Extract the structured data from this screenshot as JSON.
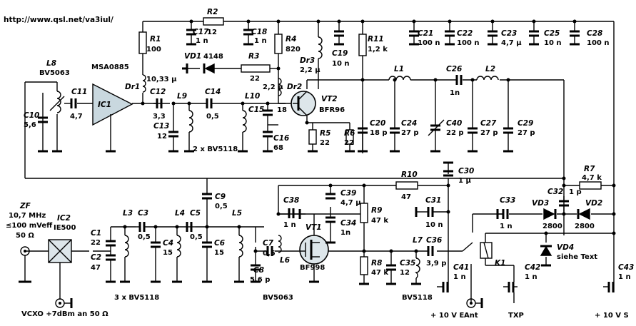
{
  "url": "http://www.qsl.net/va3iul/",
  "components": {
    "R2": {
      "ref": "R2",
      "value": "12"
    },
    "R1": {
      "ref": "R1",
      "value": "100"
    },
    "C17": {
      "ref": "C17",
      "value": "1 n"
    },
    "C18": {
      "ref": "C18",
      "value": "1 n"
    },
    "R4": {
      "ref": "R4",
      "value": "820"
    },
    "C19": {
      "ref": "C19",
      "value": "10 n"
    },
    "R11": {
      "ref": "R11",
      "value": "1,2 k"
    },
    "C21": {
      "ref": "C21",
      "value": "100 n"
    },
    "C22": {
      "ref": "C22",
      "value": "100 n"
    },
    "C23": {
      "ref": "C23",
      "value": "4,7 µ"
    },
    "C25": {
      "ref": "C25",
      "value": "10 n"
    },
    "C28": {
      "ref": "C28",
      "value": "100 n"
    },
    "VD1": {
      "ref": "VD1",
      "value": "4148"
    },
    "R3": {
      "ref": "R3",
      "value": "22"
    },
    "Dr3": {
      "ref": "Dr3",
      "value": "2,2 µ"
    },
    "L8": {
      "ref": "L8",
      "value": "BV5063"
    },
    "IC1": {
      "ref": "IC1",
      "value": "MSA0885"
    },
    "Dr1": {
      "ref": "Dr1",
      "value": "10,33 µ"
    },
    "C11": {
      "ref": "C11",
      "value": "4,7"
    },
    "C12": {
      "ref": "C12",
      "value": "3,3"
    },
    "C13": {
      "ref": "C13",
      "value": "12"
    },
    "L9": {
      "ref": "L9",
      "value": ""
    },
    "C14": {
      "ref": "C14",
      "value": "0,5"
    },
    "L10": {
      "ref": "L10",
      "value": ""
    },
    "C15": {
      "ref": "C15",
      "value": "18"
    },
    "C16": {
      "ref": "C16",
      "value": "68"
    },
    "Dr2": {
      "ref": "Dr2",
      "value": "2,2 µ"
    },
    "VT2": {
      "ref": "VT2",
      "value": "BFR96"
    },
    "R5": {
      "ref": "R5",
      "value": "22"
    },
    "R6": {
      "ref": "R6",
      "value": "22"
    },
    "C10": {
      "ref": "C10",
      "value": "5,6"
    },
    "L1": {
      "ref": "L1",
      "value": ""
    },
    "C26": {
      "ref": "C26",
      "value": "1n"
    },
    "L2": {
      "ref": "L2",
      "value": ""
    },
    "C20": {
      "ref": "C20",
      "value": "18 p"
    },
    "C24": {
      "ref": "C24",
      "value": "27 p"
    },
    "C40": {
      "ref": "C40",
      "value": "22 p"
    },
    "C27": {
      "ref": "C27",
      "value": "27 p"
    },
    "C29": {
      "ref": "C29",
      "value": "27 p"
    },
    "R10": {
      "ref": "R10",
      "value": "47"
    },
    "C30": {
      "ref": "C30",
      "value": "1 µ"
    },
    "R7": {
      "ref": "R7",
      "value": "4,7 k"
    },
    "C9": {
      "ref": "C9",
      "value": "0,5"
    },
    "C38": {
      "ref": "C38",
      "value": "1 n"
    },
    "C39": {
      "ref": "C39",
      "value": "4,7 µ"
    },
    "C34": {
      "ref": "C34",
      "value": "1n"
    },
    "R9": {
      "ref": "R9",
      "value": "47 k"
    },
    "C31": {
      "ref": "C31",
      "value": "10 n"
    },
    "C32": {
      "ref": "C32",
      "value": "1 p"
    },
    "C33": {
      "ref": "C33",
      "value": "1 n"
    },
    "VD3": {
      "ref": "VD3",
      "value": "2800"
    },
    "VD2": {
      "ref": "VD2",
      "value": "2800"
    },
    "IC2": {
      "ref": "IC2",
      "value": "IE500"
    },
    "L3": {
      "ref": "L3",
      "value": ""
    },
    "C3": {
      "ref": "C3",
      "value": "0,5"
    },
    "L4": {
      "ref": "L4",
      "value": ""
    },
    "C5": {
      "ref": "C5",
      "value": "0,5"
    },
    "L5": {
      "ref": "L5",
      "value": ""
    },
    "C1": {
      "ref": "C1",
      "value": "22"
    },
    "C2": {
      "ref": "C2",
      "value": "47"
    },
    "C4": {
      "ref": "C4",
      "value": "15"
    },
    "C6": {
      "ref": "C6",
      "value": "15"
    },
    "C7": {
      "ref": "C7",
      "value": "0,5"
    },
    "C8": {
      "ref": "C8",
      "value": "5,6 p"
    },
    "L6": {
      "ref": "L6",
      "value": "BV5063"
    },
    "VT1": {
      "ref": "VT1",
      "value": "BF998"
    },
    "L7": {
      "ref": "L7",
      "value": "BV5118"
    },
    "C36": {
      "ref": "C36",
      "value": "3,9 p"
    },
    "R8": {
      "ref": "R8",
      "value": "47 k"
    },
    "C35": {
      "ref": "C35",
      "value": "12"
    },
    "K1": {
      "ref": "K1",
      "value": ""
    },
    "VD4": {
      "ref": "VD4",
      "value": "siehe Text"
    },
    "C41": {
      "ref": "C41",
      "value": "1 n"
    },
    "C42": {
      "ref": "C42",
      "value": "1 n"
    },
    "C43": {
      "ref": "C43",
      "value": "1 n"
    }
  },
  "notes": {
    "bv5118_upper": "2 x BV5118",
    "bv5118_lower": "3 x BV5118"
  },
  "zf": {
    "line1": "ZF",
    "line2": "10,7 MHz",
    "line3": "≤100 mVeff",
    "line4": "50 Ω"
  },
  "vcxo": "VCXO +7dBm an 50 Ω",
  "ports": {
    "v10e": "+ 10 V E",
    "ant": "Ant",
    "txp": "TXP",
    "v10s": "+ 10 V S"
  }
}
